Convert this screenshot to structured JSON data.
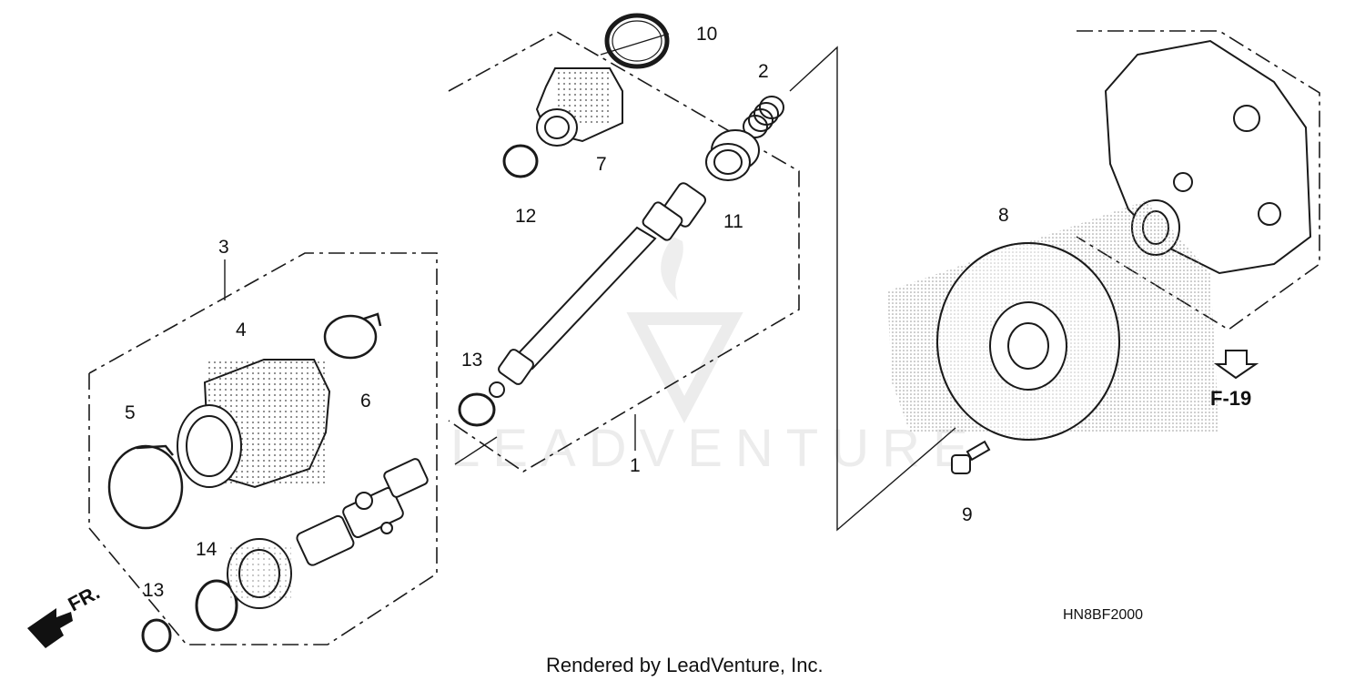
{
  "diagram": {
    "callouts": {
      "c1": "1",
      "c2": "2",
      "c3": "3",
      "c4": "4",
      "c5": "5",
      "c6": "6",
      "c7": "7",
      "c8": "8",
      "c9": "9",
      "c10": "10",
      "c11": "11",
      "c12": "12",
      "c13a": "13",
      "c13b": "13",
      "c14": "14"
    },
    "cross_reference": "F-19",
    "front_label": "FR.",
    "diagram_code": "HN8BF2000",
    "watermark": "LEADVENTURE",
    "footer": "Rendered by LeadVenture, Inc."
  },
  "colors": {
    "line": "#1a1a1a",
    "stipple": "#9a9a9a",
    "watermark": "#ececec"
  },
  "icons": [
    "front-direction-arrow-icon",
    "reference-down-arrow-icon",
    "watermark-logo-icon"
  ]
}
